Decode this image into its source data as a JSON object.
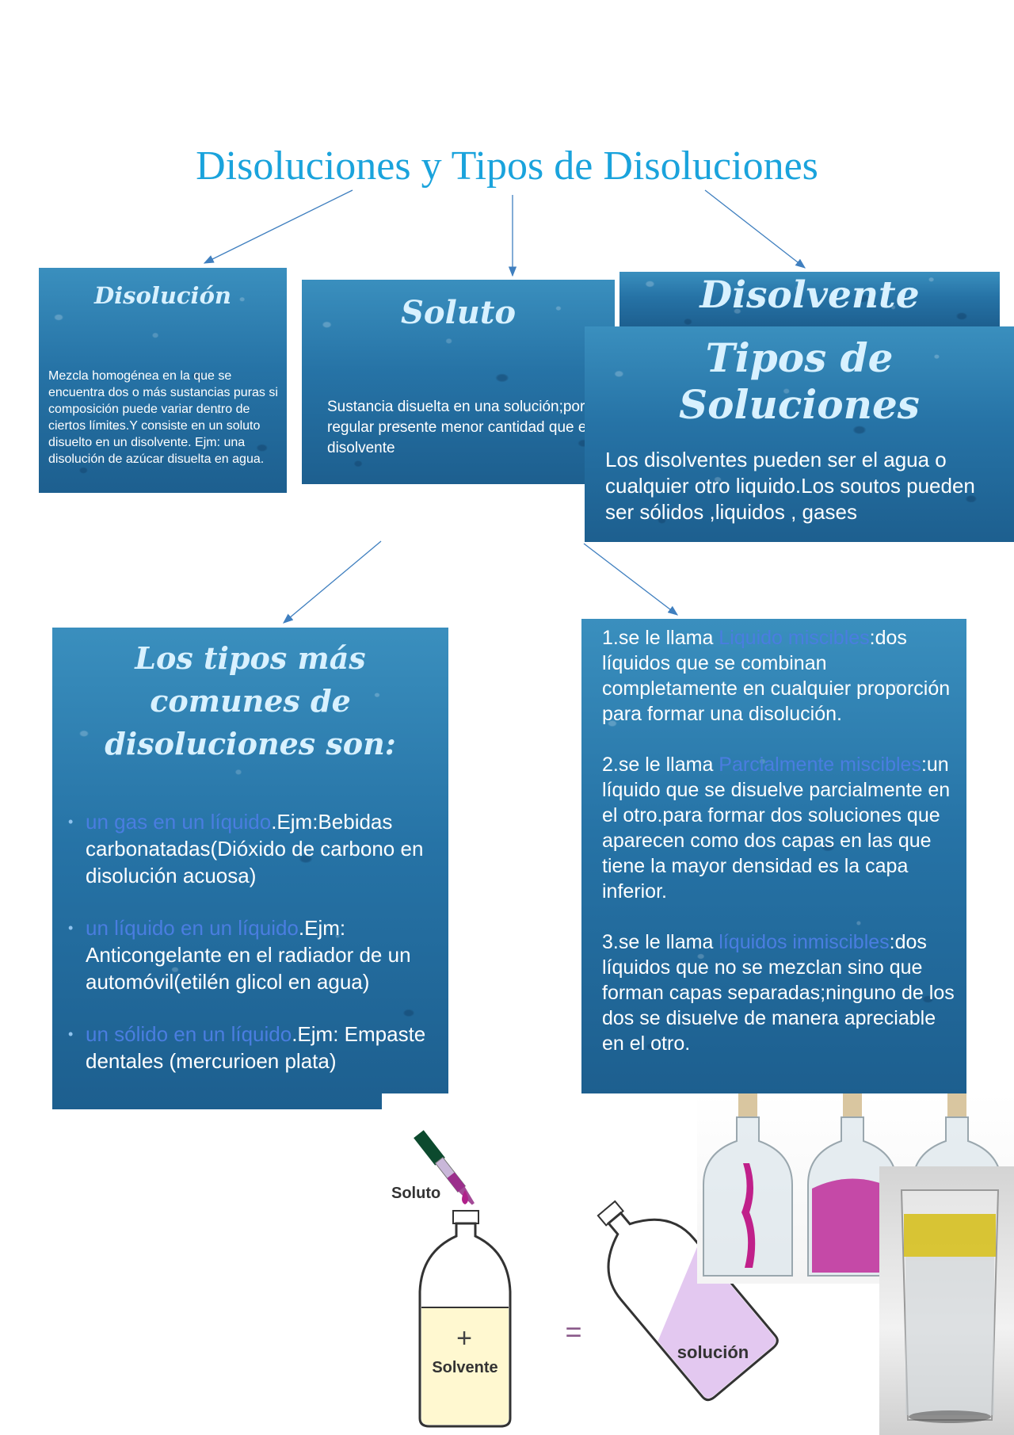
{
  "title": "Disoluciones y Tipos de Disoluciones",
  "cards": {
    "disolucion": {
      "heading": "Disolución",
      "text": "Mezcla homogénea en la que se encuentra dos o más sustancias puras si composición puede variar dentro de ciertos límites.Y consiste en un soluto disuelto en un disolvente. Ejm: una disolución de azúcar disuelta en agua."
    },
    "soluto": {
      "heading": "Soluto",
      "text": "Sustancia disuelta en una solución;por lo regular presente menor cantidad que el disolvente"
    },
    "disolvente": {
      "heading": "Disolvente"
    },
    "tipos_soluciones": {
      "heading": "Tipos de Soluciones",
      "text": "Los disolventes pueden ser el agua o cualquier otro liquido.Los soutos pueden ser sólidos ,liquidos , gases"
    },
    "tipos_comunes": {
      "heading": "Los tipos más comunes de disoluciones son:",
      "items": [
        {
          "highlight": "un gas en un líquido",
          "text": ".Ejm:Bebidas carbonatadas(Dióxido de carbono en disolución acuosa)"
        },
        {
          "highlight": "un líquido en un líquido",
          "text": ".Ejm: Anticongelante en el radiador de un automóvil(etilén glicol en agua)"
        },
        {
          "highlight": "un sólido en un líquido",
          "text": ".Ejm: Empaste dentales (mercurioen plata)"
        }
      ]
    },
    "miscibilidad": {
      "paragraphs": [
        {
          "prefix": "1.se le llama ",
          "highlight": "Liquido miscibles",
          "text": ":dos líquidos que se combinan completamente en cualquier proporción para formar una disolución."
        },
        {
          "prefix": "2.se le llama ",
          "highlight": "Parcialmente miscibles",
          "text": ":un líquido que se disuelve parcialmente en el otro.para formar dos soluciones que aparecen como dos capas en las que tiene la mayor densidad es la capa inferior."
        },
        {
          "prefix": "3.se le llama ",
          "highlight": "líquidos inmiscibles",
          "text": ":dos líquidos que no se mezclan sino que forman capas separadas;ninguno de los dos se disuelve de manera apreciable en el otro."
        }
      ]
    }
  },
  "illustration": {
    "soluto_label": "Soluto",
    "solvente_label": "Solvente",
    "plus_sign": "+",
    "equals_sign": "=",
    "solucion_label": "solución"
  },
  "colors": {
    "title": "#1aa3dc",
    "card_bg": "#2673a6",
    "highlight": "#4a7de0",
    "solvent_fill": "#fff8d0",
    "solution_fill": "#e3c8f0",
    "dye": "#c0208a",
    "oil": "#d6c020"
  }
}
